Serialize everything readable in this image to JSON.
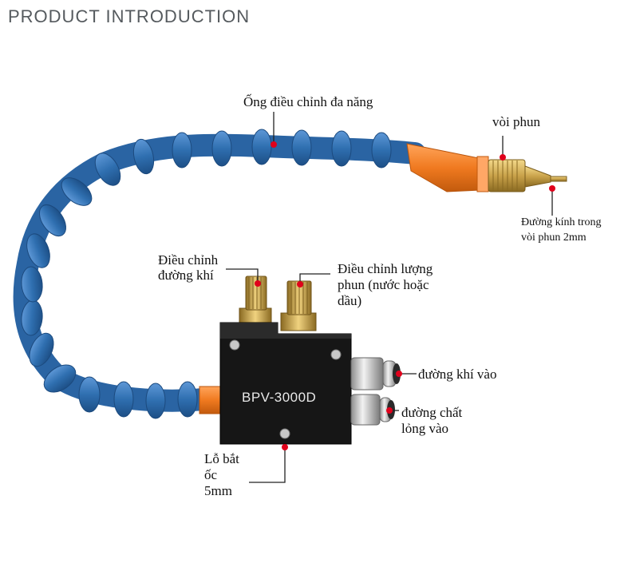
{
  "heading": "PRODUCT INTRODUCTION",
  "model": "BPV-3000D",
  "labels": {
    "hose": "Ống điều chỉnh đa năng",
    "nozzle": "vòi phun",
    "nozzle_dia_1": "Đường kính trong",
    "nozzle_dia_2": "vòi phun 2mm",
    "air_adjust_1": "Điều chỉnh",
    "air_adjust_2": "đường khí",
    "spray_adjust_1": "Điều chỉnh lượng",
    "spray_adjust_2": "phun (nước hoặc",
    "spray_adjust_3": "dầu)",
    "air_in": "đường khí vào",
    "liquid_in_1": "đường chất",
    "liquid_in_2": "lỏng vào",
    "screw_1": "Lỗ bắt",
    "screw_2": "ốc",
    "screw_3": "5mm"
  },
  "colors": {
    "hose_blue": "#2f6fb0",
    "nozzle_orange": "#f07a20",
    "brass": "#c9a24a",
    "marker_red": "#e0001b",
    "block_black": "#161616"
  }
}
